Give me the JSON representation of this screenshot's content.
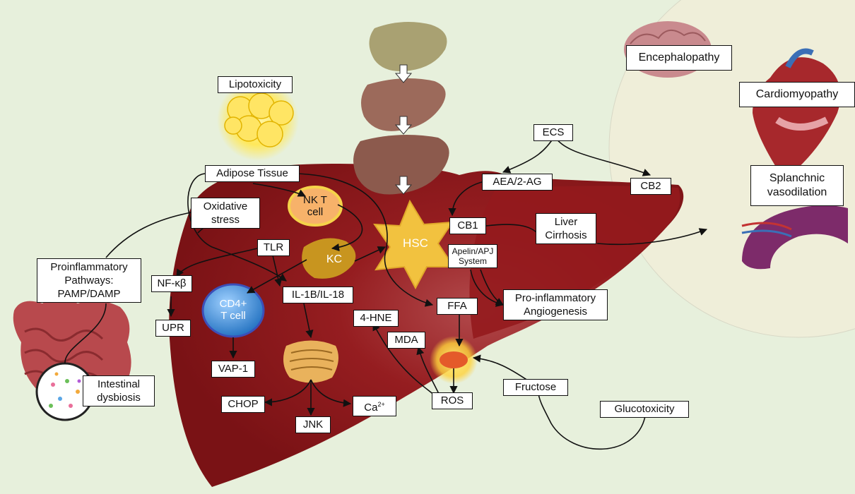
{
  "labels": {
    "lipotoxicity": "Lipotoxicity",
    "adipose_tissue": "Adipose Tissue",
    "oxidative_stress": "Oxidative\nstress",
    "tlr": "TLR",
    "nf_kb": "NF-κβ",
    "upr": "UPR",
    "il1b_il18": "IL-1B/IL-18",
    "vap1": "VAP-1",
    "chop": "CHOP",
    "jnk": "JNK",
    "ca": "Ca",
    "ca_sup": "2+",
    "proinflammatory_pathways": "Proinflammatory\nPathways:\nPAMP/DAMP",
    "intestinal_dysbiosis": "Intestinal\ndysbiosis",
    "nkt_cell": "NK T\ncell",
    "kc": "KC",
    "cd4_t_cell": "CD4+\nT cell",
    "hsc": "HSC",
    "cb1": "CB1",
    "apelin_apj": "Apelin/APJ\nSystem",
    "ffa": "FFA",
    "four_hne": "4-HNE",
    "mda": "MDA",
    "ros": "ROS",
    "fructose": "Fructose",
    "glucotoxicity": "Glucotoxicity",
    "ecs": "ECS",
    "aea_2ag": "AEA/2-AG",
    "cb2": "CB2",
    "liver_cirrhosis": "Liver\nCirrhosis",
    "pro_inflammatory_angiogenesis": "Pro-inflammatory\nAngiogenesis",
    "encephalopathy": "Encephalopathy",
    "cardiomyopathy": "Cardiomyopathy",
    "splanchnic_vasodilation": "Splanchnic\nvasodilation"
  },
  "colors": {
    "background": "#e7f0dc",
    "liver": "#8e1719",
    "liver_dark": "#6e0f12",
    "circle_panel": "#efeed9",
    "nkt": "#f7b26a",
    "kc": "#c8951f",
    "cd4": "#4aa0e6",
    "hsc": "#f2c23f"
  }
}
